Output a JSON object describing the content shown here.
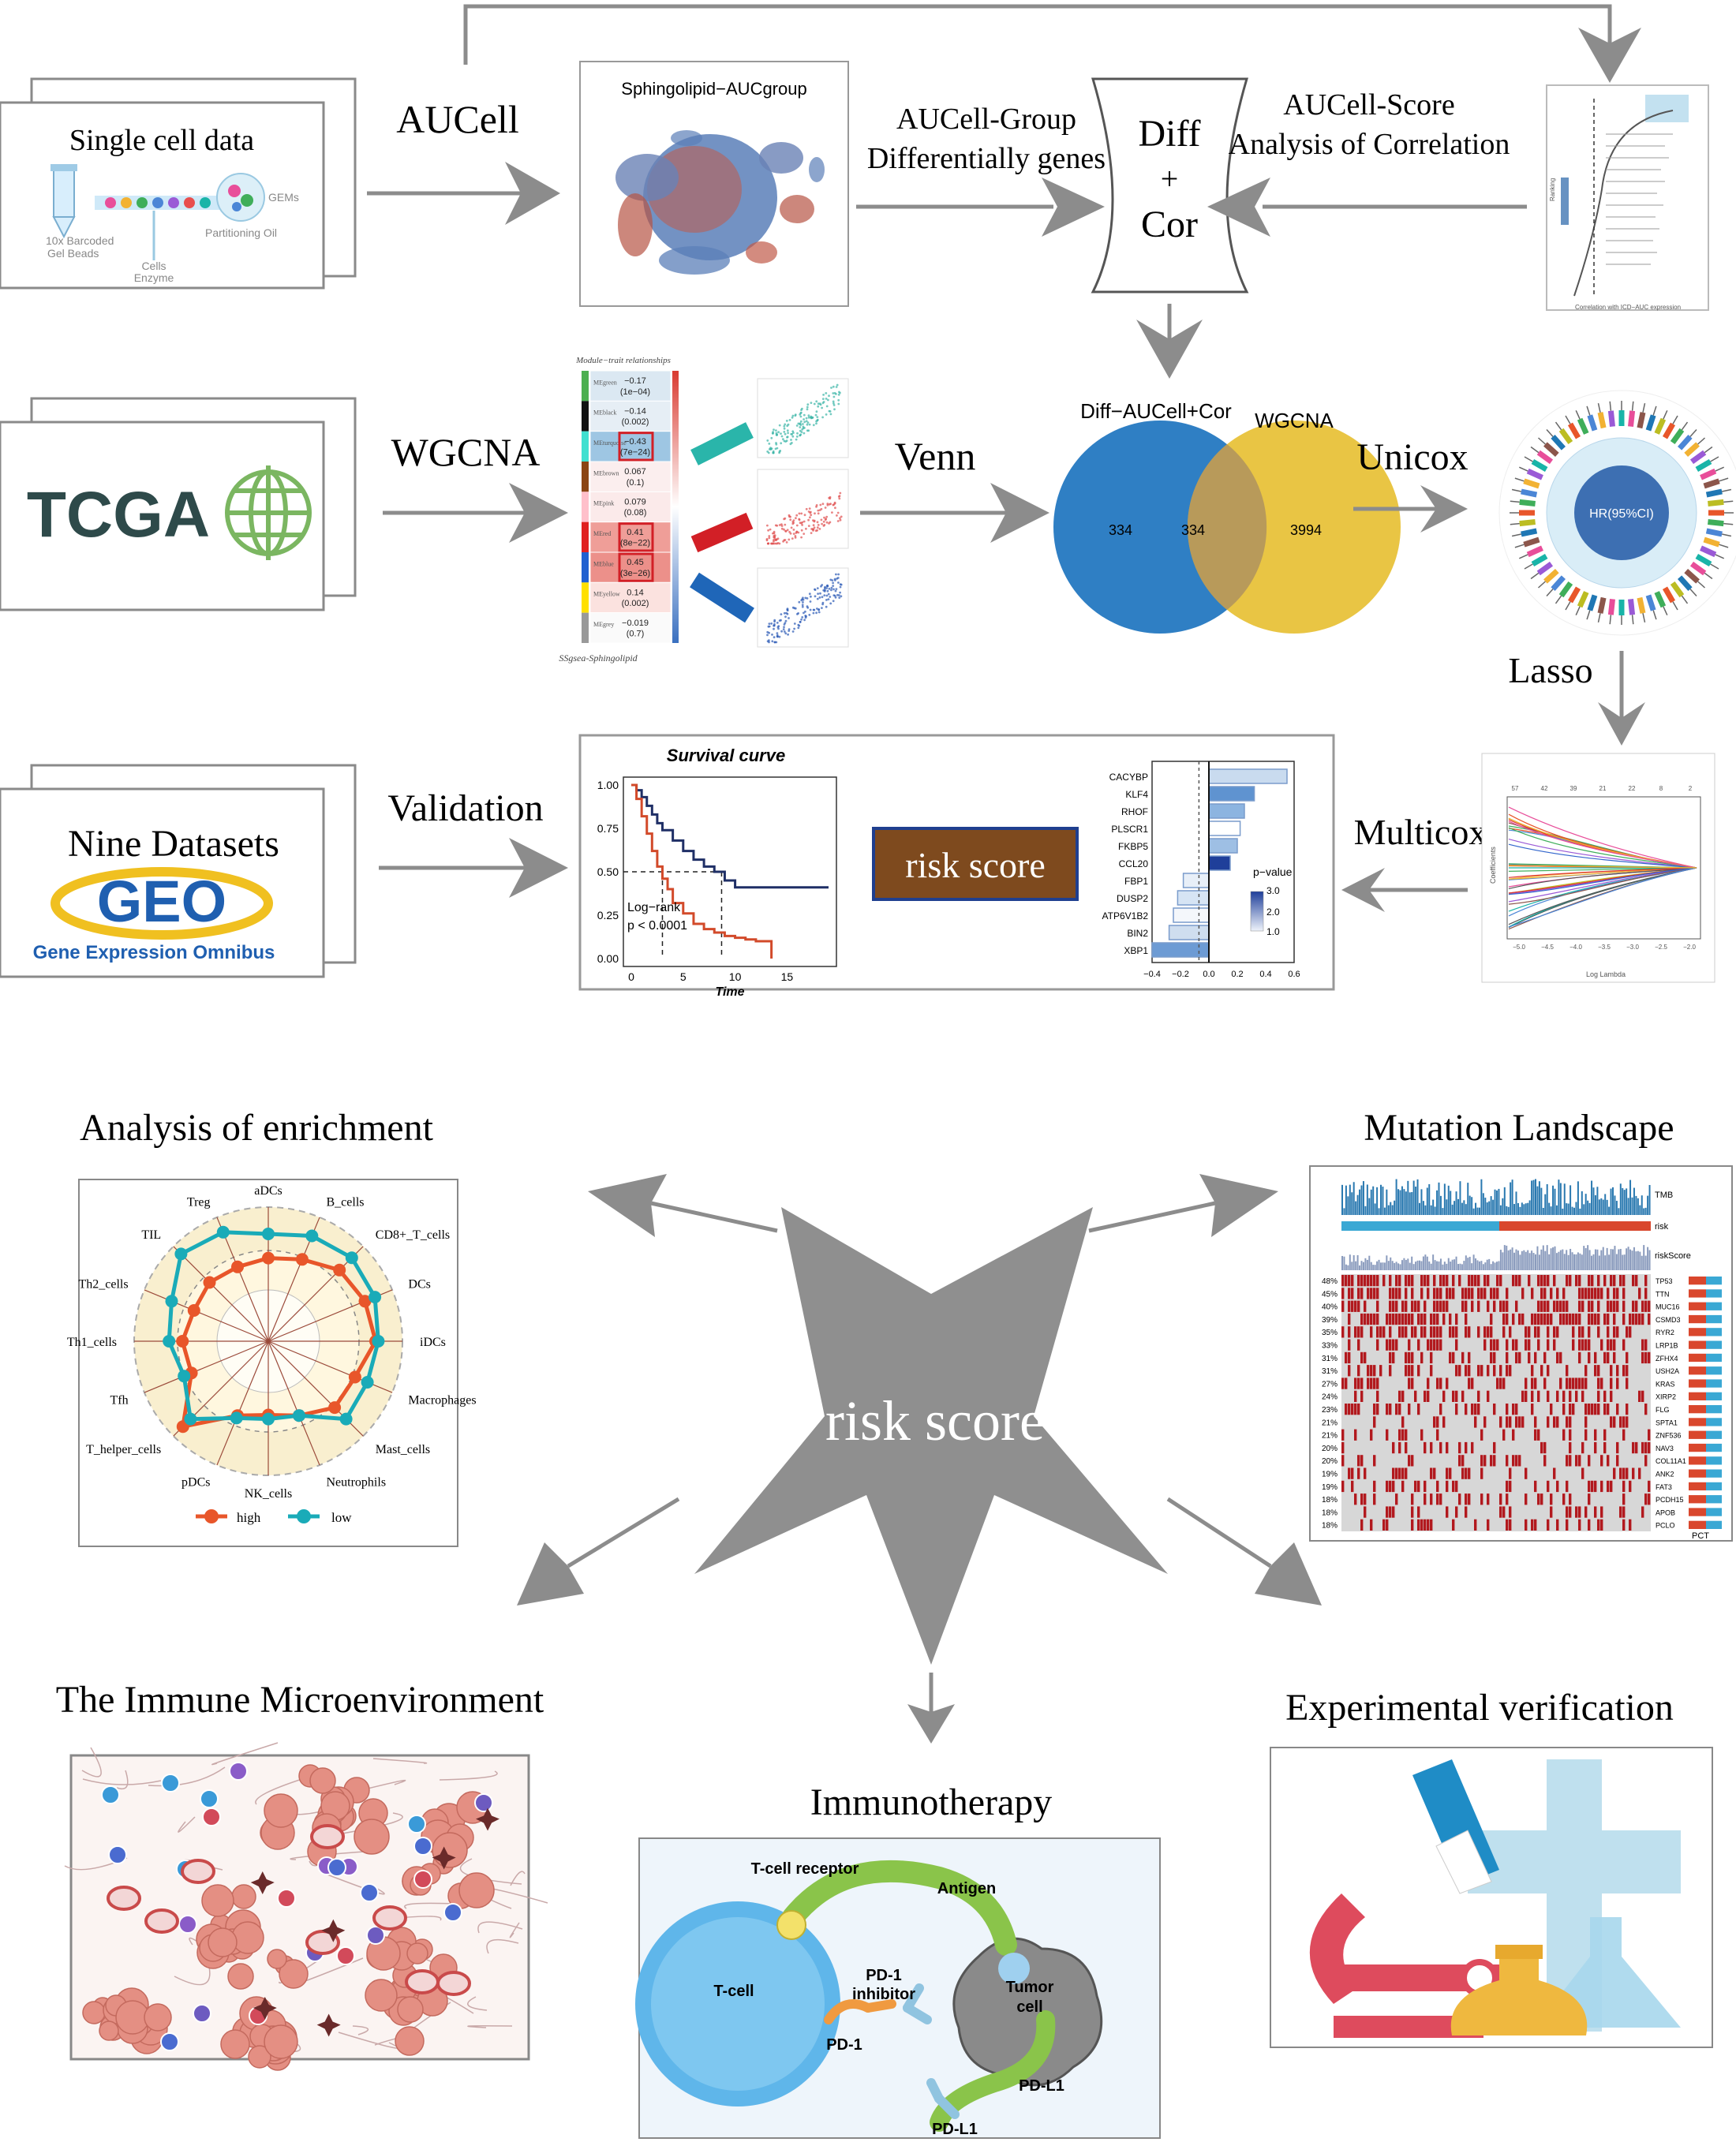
{
  "top": {
    "single_cell_label": "Single cell data",
    "barcode_label_1": "10x Barcoded",
    "barcode_label_2": "Gel Beads",
    "cells_label": "Cells",
    "enzyme_label": "Enzyme",
    "gems_label": "GEMs",
    "oil_label": "Partitioning Oil",
    "aucell_arrow_label": "AUCell",
    "tsne_title": "Sphingolipid−AUCgroup",
    "group_label_1": "AUCell-Group",
    "group_label_2": "Differentially genes",
    "score_label_1": "AUCell-Score",
    "score_label_2": "Analysis of Correlation",
    "diff_cor_1": "Diff",
    "diff_cor_2": "+",
    "diff_cor_3": "Cor",
    "corr_xlabel": "Correlation with ICD−AUC expression",
    "corr_ylabel": "Ranking"
  },
  "middle": {
    "tcga_label": "TCGA",
    "wgcna_arrow_label": "WGCNA",
    "heatmap_title": "Module−trait relationships",
    "heatmap_footer": "SSgsea-Sphingolipid",
    "modules": [
      {
        "name": "MEgreen",
        "val": "−0.17",
        "p": "(1e−04)",
        "color": "#4caf50",
        "cell": "#dbe8f2"
      },
      {
        "name": "MEblack",
        "val": "−0.14",
        "p": "(0.002)",
        "color": "#111111",
        "cell": "#e6eef5"
      },
      {
        "name": "MEturquoise",
        "val": "−0.43",
        "p": "(7e−24)",
        "color": "#40e0d0",
        "cell": "#9ec6e3"
      },
      {
        "name": "MEbrown",
        "val": "0.067",
        "p": "(0.1)",
        "color": "#8b4513",
        "cell": "#fbeeee"
      },
      {
        "name": "MEpink",
        "val": "0.079",
        "p": "(0.08)",
        "color": "#ffc0cb",
        "cell": "#fbeaea"
      },
      {
        "name": "MEred",
        "val": "0.41",
        "p": "(8e−22)",
        "color": "#e02020",
        "cell": "#ef9e98"
      },
      {
        "name": "MEblue",
        "val": "0.45",
        "p": "(3e−26)",
        "color": "#2060d0",
        "cell": "#ec908a"
      },
      {
        "name": "MEyellow",
        "val": "0.14",
        "p": "(0.002)",
        "color": "#ffe000",
        "cell": "#fbe2df"
      },
      {
        "name": "MEgrey",
        "val": "−0.019",
        "p": "(0.7)",
        "color": "#999999",
        "cell": "#fafafa"
      }
    ],
    "venn_arrow_label": "Venn",
    "venn_left_label": "Diff−AUCell+Cor",
    "venn_right_label": "WGCNA",
    "venn_left_count": "334",
    "venn_mid_count": "334",
    "venn_right_count": "3994",
    "unicox_label": "Unicox",
    "unicox_center": "HR(95%CI)",
    "lasso_label": "Lasso"
  },
  "row3": {
    "nine_datasets_label": "Nine Datasets",
    "geo_logo": "GEO",
    "geo_subtitle": "Gene Expression Omnibus",
    "validation_label": "Validation",
    "survival_title": "Survival curve",
    "survival_xlabel": "Time",
    "survival_yticks": [
      "1.00",
      "0.75",
      "0.50",
      "0.25",
      "0.00"
    ],
    "survival_xticks": [
      "0",
      "5",
      "10",
      "15"
    ],
    "logrank_1": "Log−rank",
    "logrank_2": "p < 0.0001",
    "risk_box_label": "risk score",
    "multicox_label": "Multicox",
    "pvalue_label": "p−value",
    "pvalue_ticks": [
      "3.0",
      "2.0",
      "1.0"
    ],
    "coef_xticks": [
      "−0.4",
      "−0.2",
      "0.0",
      "0.2",
      "0.4",
      "0.6"
    ],
    "lasso_top_ticks": [
      "57",
      "42",
      "39",
      "21",
      "22",
      "8",
      "2"
    ],
    "lasso_bottom_ticks": [
      "−5.0",
      "−4.5",
      "−4.0",
      "−3.5",
      "−3.0",
      "−2.5",
      "−2.0"
    ],
    "lasso_xlabel": "Log Lambda",
    "lasso_ylabel": "Coefficients"
  },
  "chart_data": [
    {
      "type": "line",
      "title": "Survival curve",
      "xlabel": "Time",
      "ylabel": "",
      "xlim": [
        0,
        19
      ],
      "ylim": [
        0,
        1
      ],
      "series": [
        {
          "color": "#1f2f66",
          "x": [
            0,
            0.5,
            1,
            1.5,
            2,
            2.5,
            3,
            4,
            5,
            6,
            7,
            8,
            9,
            10,
            12,
            14,
            16,
            19
          ],
          "y": [
            1.0,
            0.97,
            0.93,
            0.88,
            0.83,
            0.78,
            0.74,
            0.68,
            0.62,
            0.57,
            0.53,
            0.5,
            0.45,
            0.41,
            0.41,
            0.41,
            0.41,
            0.41
          ]
        },
        {
          "color": "#d24a2a",
          "x": [
            0,
            0.5,
            1,
            1.5,
            2,
            2.5,
            3,
            3.5,
            4,
            5,
            6,
            7,
            8,
            9,
            10,
            11,
            12,
            13.5,
            13.5
          ],
          "y": [
            1.0,
            0.92,
            0.82,
            0.72,
            0.62,
            0.53,
            0.46,
            0.4,
            0.32,
            0.26,
            0.2,
            0.17,
            0.15,
            0.13,
            0.12,
            0.11,
            0.1,
            0.1,
            0.0
          ]
        }
      ]
    },
    {
      "type": "bar",
      "title": "",
      "xlabel": "",
      "ylabel": "",
      "categories": [
        "CACYBP",
        "KLF4",
        "RHOF",
        "PLSCR1",
        "FKBP5",
        "CCL20",
        "FBP1",
        "DUSP2",
        "ATP6V1B2",
        "BIN2",
        "XBP1"
      ],
      "values": [
        0.55,
        0.32,
        0.25,
        0.22,
        0.2,
        0.15,
        -0.18,
        -0.22,
        -0.25,
        -0.28,
        -0.4
      ],
      "xlim": [
        -0.4,
        0.6
      ]
    },
    {
      "type": "line",
      "title": "",
      "categories": [
        "aDCs",
        "B_cells",
        "CD8+_T_cells",
        "DCs",
        "iDCs",
        "Macrophages",
        "Mast_cells",
        "Neutrophils",
        "NK_cells",
        "pDCs",
        "T_helper_cells",
        "Tfh",
        "Th1_cells",
        "Th2_cells",
        "TIL",
        "Treg"
      ],
      "series": [
        {
          "name": "high",
          "color": "#e8562a",
          "values": [
            0.62,
            0.66,
            0.75,
            0.78,
            0.8,
            0.7,
            0.7,
            0.6,
            0.55,
            0.6,
            0.9,
            0.62,
            0.64,
            0.6,
            0.62,
            0.6
          ]
        },
        {
          "name": "low",
          "color": "#1aabb8",
          "values": [
            0.8,
            0.85,
            0.88,
            0.86,
            0.82,
            0.8,
            0.82,
            0.6,
            0.58,
            0.62,
            0.82,
            0.68,
            0.74,
            0.78,
            0.92,
            0.88
          ]
        }
      ]
    }
  ],
  "bottom": {
    "center_label": "risk score",
    "enrichment_title": "Analysis of enrichment",
    "legend_high": "high",
    "legend_low": "low",
    "mutation_title": "Mutation Landscape",
    "mutation_rows": [
      {
        "gene": "TP53",
        "pct": "48%"
      },
      {
        "gene": "TTN",
        "pct": "45%"
      },
      {
        "gene": "MUC16",
        "pct": "40%"
      },
      {
        "gene": "CSMD3",
        "pct": "39%"
      },
      {
        "gene": "RYR2",
        "pct": "35%"
      },
      {
        "gene": "LRP1B",
        "pct": "33%"
      },
      {
        "gene": "ZFHX4",
        "pct": "31%"
      },
      {
        "gene": "USH2A",
        "pct": "31%"
      },
      {
        "gene": "KRAS",
        "pct": "27%"
      },
      {
        "gene": "XIRP2",
        "pct": "24%"
      },
      {
        "gene": "FLG",
        "pct": "23%"
      },
      {
        "gene": "SPTA1",
        "pct": "21%"
      },
      {
        "gene": "ZNF536",
        "pct": "21%"
      },
      {
        "gene": "NAV3",
        "pct": "20%"
      },
      {
        "gene": "COL11A1",
        "pct": "20%"
      },
      {
        "gene": "ANK2",
        "pct": "19%"
      },
      {
        "gene": "FAT3",
        "pct": "19%"
      },
      {
        "gene": "PCDH15",
        "pct": "18%"
      },
      {
        "gene": "APOB",
        "pct": "18%"
      },
      {
        "gene": "PCLO",
        "pct": "18%"
      }
    ],
    "tmb_label": "TMB",
    "risk_label": "risk",
    "riskscore_label": "riskScore",
    "pct_label": "PCT",
    "immune_title": "The Immune Microenvironment",
    "immunotherapy_title": "Immunotherapy",
    "tcr_label": "T-cell receptor",
    "antigen_label": "Antigen",
    "tcell_label": "T-cell",
    "tumor_label_1": "Tumor",
    "tumor_label_2": "cell",
    "pd1_inhib_1": "PD-1",
    "pd1_inhib_2": "inhibitor",
    "pd1_label": "PD-1",
    "pdl1_label_1": "PD-L1",
    "pdl1_label_2": "PD-L1",
    "experimental_title": "Experimental verification"
  }
}
